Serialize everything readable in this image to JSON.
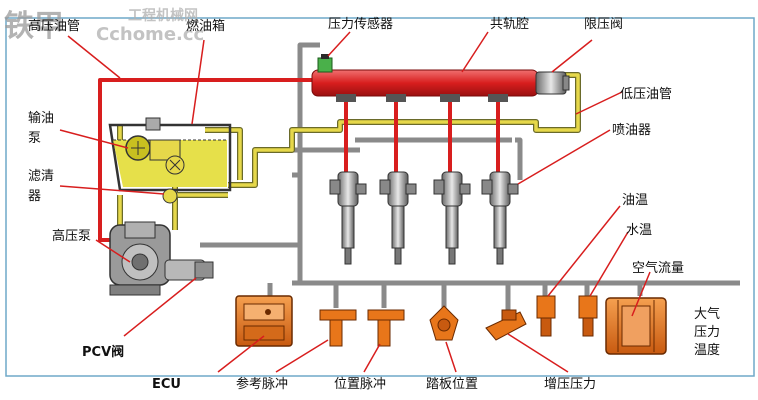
{
  "watermark": {
    "brand": "铁甲",
    "site": "工程机械网",
    "url": "Cchome.cc"
  },
  "labels": {
    "high_pressure_pipe": "高压油管",
    "fuel_tank": "燃油箱",
    "pressure_sensor": "压力传感器",
    "common_rail": "共轨腔",
    "pressure_limiter": "限压阀",
    "low_pressure_pipe": "低压油管",
    "injector": "喷油器",
    "feed_pump_1": "输油",
    "feed_pump_2": "泵",
    "filter_1": "滤清",
    "filter_2": "器",
    "high_pressure_pump": "高压泵",
    "pcv_valve": "PCV阀",
    "oil_temp": "油温",
    "water_temp": "水温",
    "air_flow": "空气流量",
    "atm_1": "大气",
    "atm_2": "压力",
    "atm_3": "温度",
    "ecu": "ECU",
    "ref_pulse": "参考脉冲",
    "pos_pulse": "位置脉冲",
    "pedal_pos": "踏板位置",
    "boost_pressure": "增压压力"
  },
  "colors": {
    "high_pressure": "#d81e1e",
    "low_pressure": "#e6d84a",
    "signal_wire": "#8a8a8a",
    "sensor_orange": "#e8761a",
    "callout": "#d81e1e",
    "frame": "#6fa8c8"
  }
}
